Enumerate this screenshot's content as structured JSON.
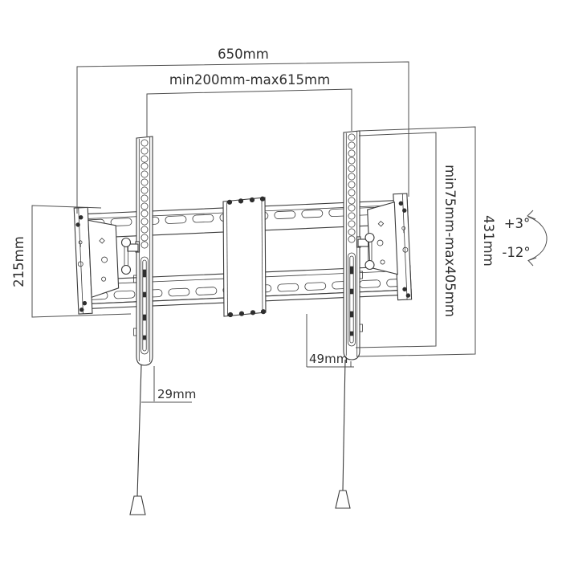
{
  "drawing": {
    "title": "Tilting TV wall mount bracket - dimensioned technical drawing",
    "labels": {
      "width_total": "650mm",
      "width_adjust": "min200mm-max615mm",
      "height_wall_plate": "215mm",
      "height_bracket": "431mm",
      "height_adjust": "min75mm-max405mm",
      "offset_left": "29mm",
      "offset_right": "49mm",
      "tilt_up": "+3°",
      "tilt_down": "-12°"
    },
    "colors": {
      "line": "#3b3b3b",
      "dimension_line": "#4f4f4f",
      "text": "#2f2f2f",
      "background": "#ffffff"
    }
  }
}
